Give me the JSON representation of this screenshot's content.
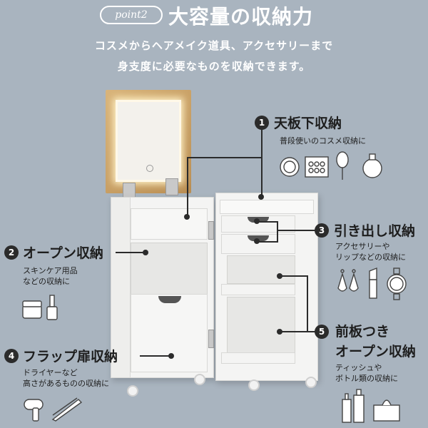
{
  "header": {
    "point_label": "point2",
    "title": "大容量の収納力",
    "subtitle_line1": "コスメからヘアメイク道具、アクセサリーまで",
    "subtitle_line2": "身支度に必要なものを収納できます。"
  },
  "features": [
    {
      "number": "1",
      "title": "天板下収納",
      "desc": [
        "普段使いのコスメ収納に"
      ],
      "icons": [
        "compact-icon",
        "eyeshadow-palette-icon",
        "hairbrush-icon",
        "perfume-icon"
      ]
    },
    {
      "number": "2",
      "title": "オープン収納",
      "desc": [
        "スキンケア用品",
        "などの収納に"
      ],
      "icons": [
        "cream-jar-icon",
        "nail-polish-icon"
      ]
    },
    {
      "number": "3",
      "title": "引き出し収納",
      "desc": [
        "アクセサリーや",
        "リップなどの収納に"
      ],
      "icons": [
        "earrings-icon",
        "lipstick-icon",
        "watch-icon"
      ]
    },
    {
      "number": "4",
      "title": "フラップ扉収納",
      "desc": [
        "ドライヤーなど",
        "高さがあるものの収納に"
      ],
      "icons": [
        "hair-dryer-icon",
        "hair-iron-icon"
      ]
    },
    {
      "number": "5",
      "title": "前板つき\nオープン収納",
      "title_line1": "前板つき",
      "title_line2": "オープン収納",
      "desc": [
        "ティッシュや",
        "ボトル類の収納に"
      ],
      "icons": [
        "bottles-icon",
        "tissue-box-icon"
      ]
    }
  ],
  "colors": {
    "background": "#a9b4bf",
    "cabinet": "#f4f4f3",
    "mirror_frame": "#c8a46a",
    "label": "#2b2b2b"
  }
}
